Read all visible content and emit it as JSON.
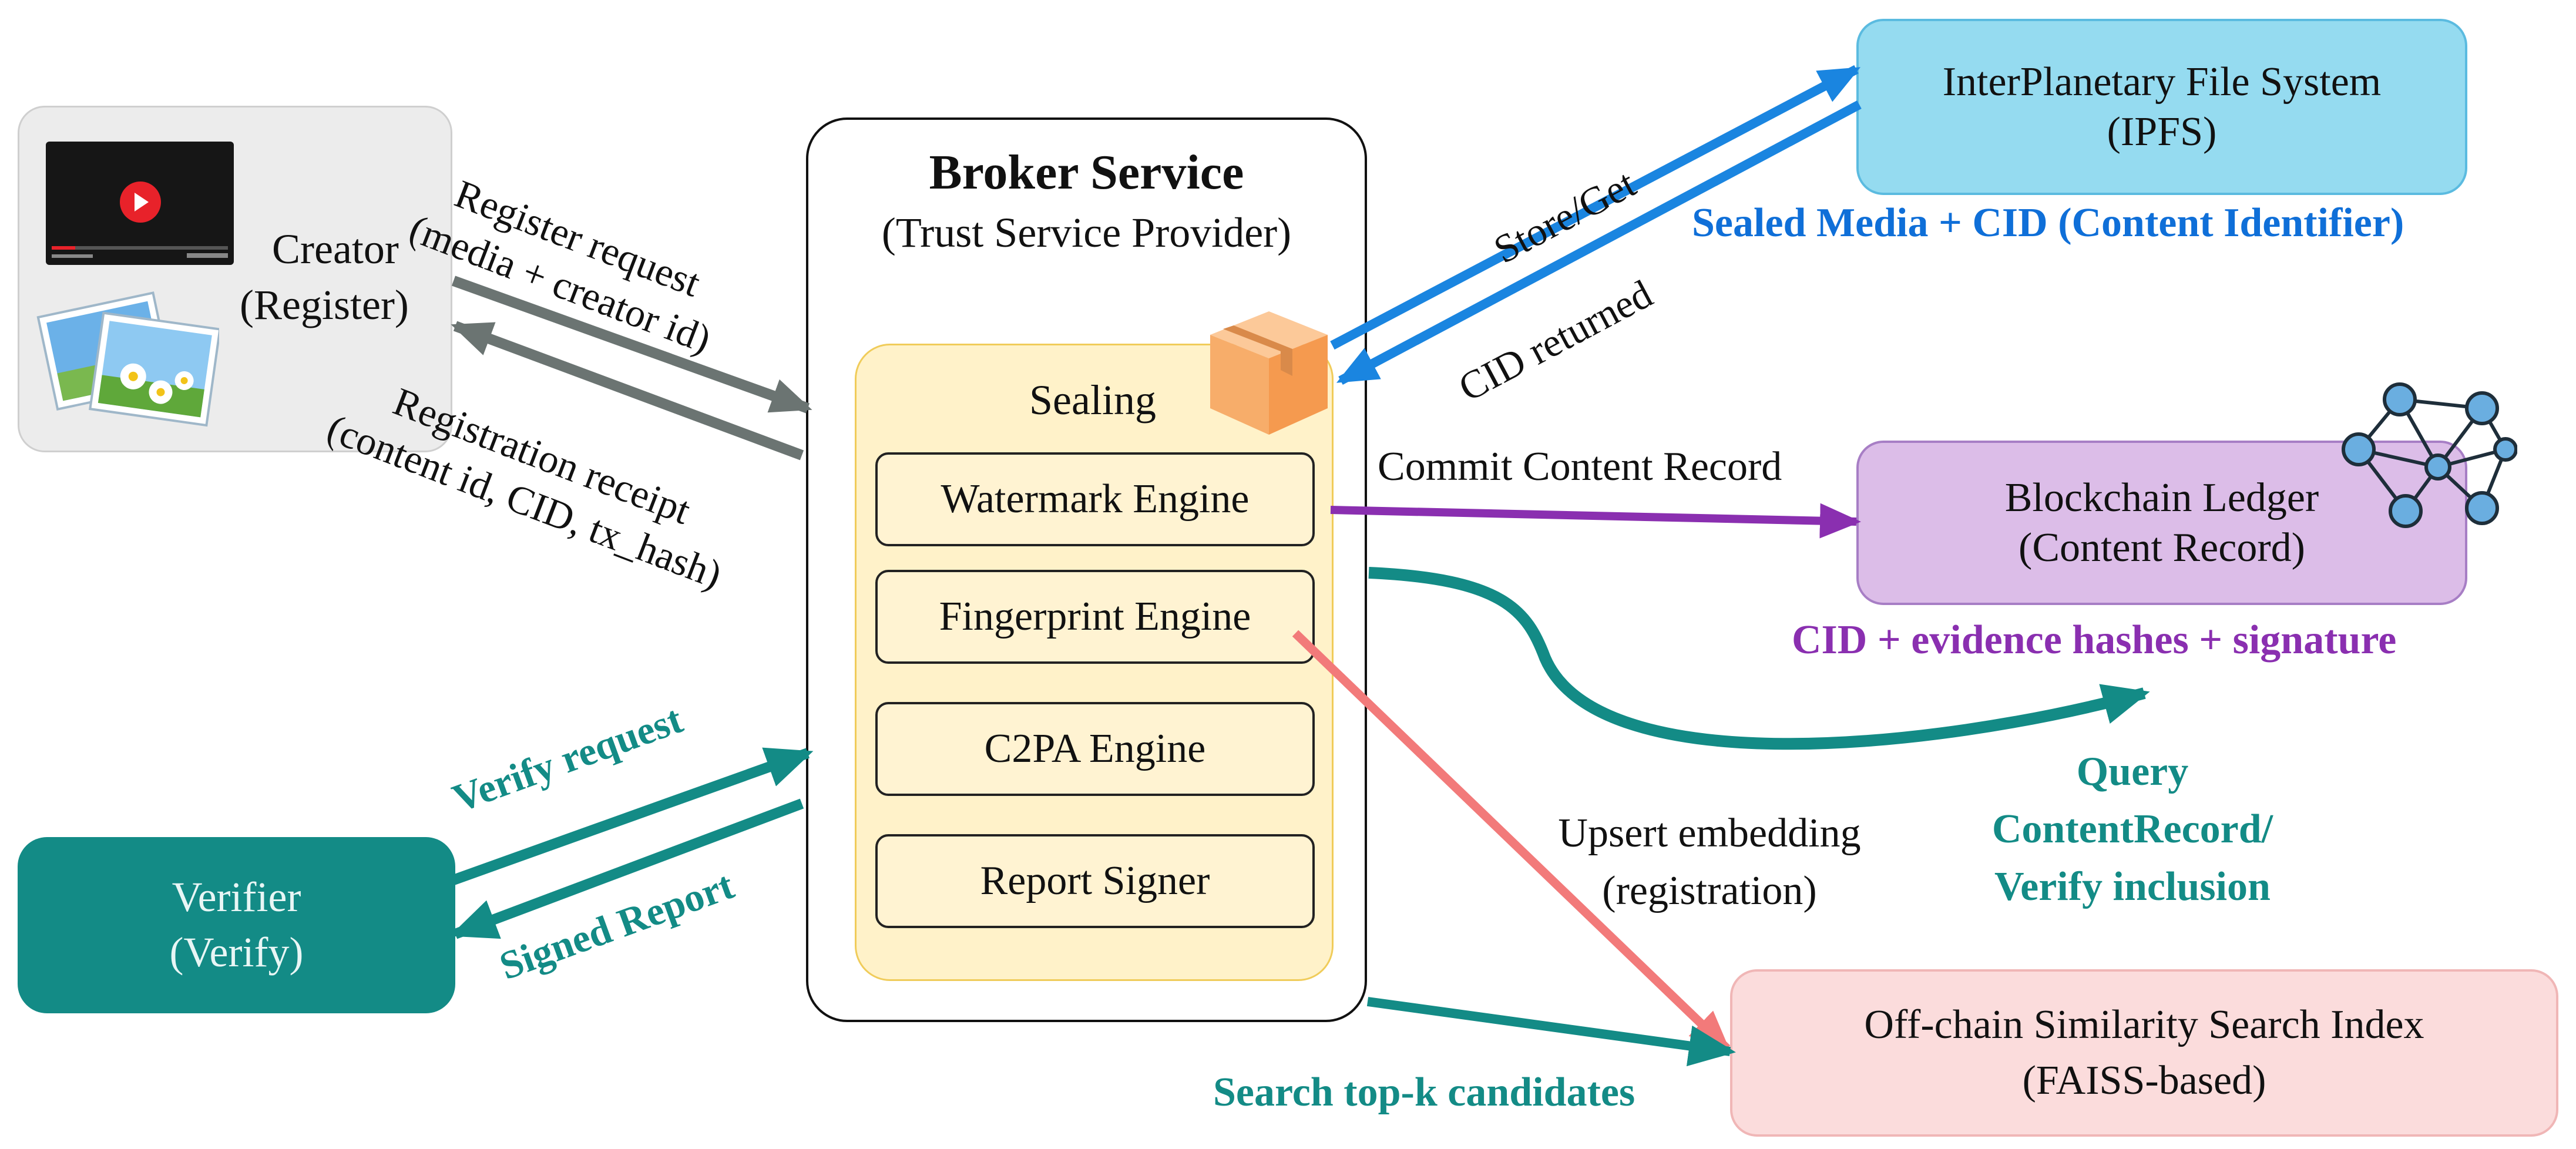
{
  "creator": {
    "title": "Creator",
    "subtitle": "(Register)"
  },
  "broker": {
    "title": "Broker Service",
    "subtitle": "(Trust Service Provider)",
    "sealing_label": "Sealing",
    "engines": [
      "Watermark  Engine",
      "Fingerprint  Engine",
      "C2PA  Engine",
      "Report  Signer"
    ]
  },
  "ipfs": {
    "line1": "InterPlanetary File System",
    "line2": "(IPFS)",
    "caption": "Sealed Media + CID (Content Identifier)"
  },
  "ledger": {
    "line1": "Blockchain Ledger",
    "line2": "(Content Record)",
    "caption": "CID + evidence hashes + signature"
  },
  "verifier": {
    "line1": "Verifier",
    "line2": "(Verify)"
  },
  "faiss": {
    "line1": "Off-chain  Similarity  Search  Index",
    "line2": "(FAISS-based)"
  },
  "edges": {
    "register_request": [
      "Register request",
      "(media + creator id)"
    ],
    "registration_receipt": [
      "Registration receipt",
      "(content id, CID, tx_hash)"
    ],
    "store_get": "Store/Get",
    "cid_returned": "CID returned",
    "commit": "Commit Content Record",
    "query": [
      "Query",
      "ContentRecord/",
      "Verify inclusion"
    ],
    "upsert": [
      "Upsert embedding",
      "(registration)"
    ],
    "verify_request": "Verify request",
    "signed_report": "Signed Report",
    "search": "Search top-k candidates"
  },
  "colors": {
    "gray_arrow": "#6b7472",
    "blue_arrow": "#1a85e0",
    "purple_arrow": "#8a2fb0",
    "teal_arrow": "#138b86",
    "pink_arrow": "#f27a7a",
    "ipfs_caption": "#0f6fd8",
    "ledger_caption": "#8a2fb0",
    "teal_text": "#138b86"
  }
}
